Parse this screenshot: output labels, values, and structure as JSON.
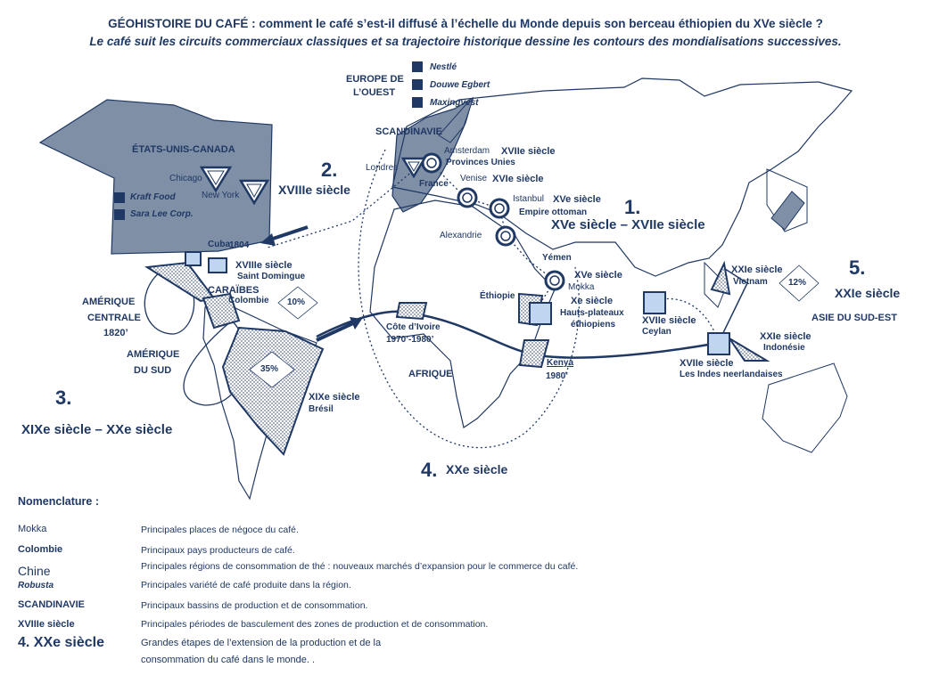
{
  "title": {
    "line1": "GÉOHISTOIRE DU CAFÉ : comment le café s’est-il diffusé à l’échelle du Monde depuis son berceau éthiopien du XVe siècle ?",
    "line2": "Le café suit les circuits commerciaux classiques et sa trajectoire historique dessine les contours des mondialisations successives."
  },
  "colors": {
    "ink": "#1f3864",
    "land": "#7f8fa6",
    "producer_fill": "#bfd5f0",
    "white": "#ffffff"
  },
  "regions": {
    "europe_ouest": [
      "EUROPE DE",
      "L’OUEST"
    ],
    "scandinavie": "SCANDINAVIE",
    "etats_unis": "ÉTATS-UNIS-CANADA",
    "caraibes": "CARAÏBES",
    "amerique_centrale": [
      "AMÉRIQUE",
      "CENTRALE",
      "1820’"
    ],
    "amerique_sud": [
      "AMÉRIQUE",
      "DU SUD"
    ],
    "afrique": "AFRIQUE",
    "asie_se": "ASIE DU SUD-EST"
  },
  "brands": {
    "europe": [
      "Nestlé",
      "Douwe Egbert",
      "Maxingvest"
    ],
    "usa": [
      "Kraft Food",
      "Sara Lee Corp."
    ]
  },
  "places": {
    "londres": "Londres",
    "amsterdam": "Amsterdam",
    "amsterdam_century": "XVIIe siècle",
    "provinces_unies": "Provinces Unies",
    "france": "France",
    "venise": "Venise",
    "venise_century": "XVIe siècle",
    "istanbul": "Istanbul",
    "istanbul_century": "XVe siècle",
    "empire_ottoman": "Empire ottoman",
    "alexandrie": "Alexandrie",
    "yemen": "Yémen",
    "mokka_century": "XVe siècle",
    "mokka": "Mokka",
    "ethiopie": "Éthiopie",
    "ethiopie_century": "Xe siècle",
    "hauts_plateaux": [
      "Hauts-plateaux",
      "éthiopiens"
    ],
    "chicago": "Chicago",
    "new_york": "New York",
    "cuba": "Cuba",
    "cuba_year": "1804",
    "saint_domingue_century": "XVIIIe siècle",
    "saint_domingue": "Saint Domingue",
    "colombie": "Colombie",
    "bresil_century": "XIXe siècle",
    "bresil": "Brésil",
    "cote_ivoire": [
      "Côte d’Ivoire",
      "1970’-1980’"
    ],
    "kenya": "Kenya",
    "kenya_year": "1980’",
    "ceylan_century": "XVIIe siècle",
    "ceylan": "Ceylan",
    "indes_century": "XVIIe siècle",
    "indes": "Les Indes neerlandaises",
    "vietnam_century": "XXIe siècle",
    "vietnam": "Vietnam",
    "indonesie_century": "XXIe siècle",
    "indonesie": "Indonésie"
  },
  "shares": {
    "colombie": "10%",
    "bresil": "35%",
    "vietnam": "12%"
  },
  "stages": [
    {
      "num": "1.",
      "text": "XVe siècle – XVIIe siècle"
    },
    {
      "num": "2.",
      "text": "XVIIIe siècle"
    },
    {
      "num": "3.",
      "text": "XIXe siècle – XXe siècle"
    },
    {
      "num": "4.",
      "text": "XXe siècle"
    },
    {
      "num": "5.",
      "text": "XXIe siècle"
    }
  ],
  "legend": {
    "heading": "Nomenclature :",
    "rows": [
      {
        "key": "Mokka",
        "desc": "Principales places de négoce du café."
      },
      {
        "key": "Colombie",
        "desc": "Principaux pays producteurs de café."
      },
      {
        "key": "Chine",
        "desc": "Principales régions de consommation de thé : nouveaux marchés d’expansion pour le commerce du café."
      },
      {
        "key": "Robusta",
        "desc": "Principales variété de café produite dans la région."
      },
      {
        "key": "SCANDINAVIE",
        "desc": "Principaux bassins de production et de consommation."
      },
      {
        "key": "XVIIIe siècle",
        "desc": "Principales périodes de basculement des zones de production et de consommation."
      },
      {
        "key": "4. XXe siècle",
        "desc": "Grandes étapes de l’extension de la production et de la"
      }
    ],
    "last_line": "consommation du café dans le monde. ."
  }
}
